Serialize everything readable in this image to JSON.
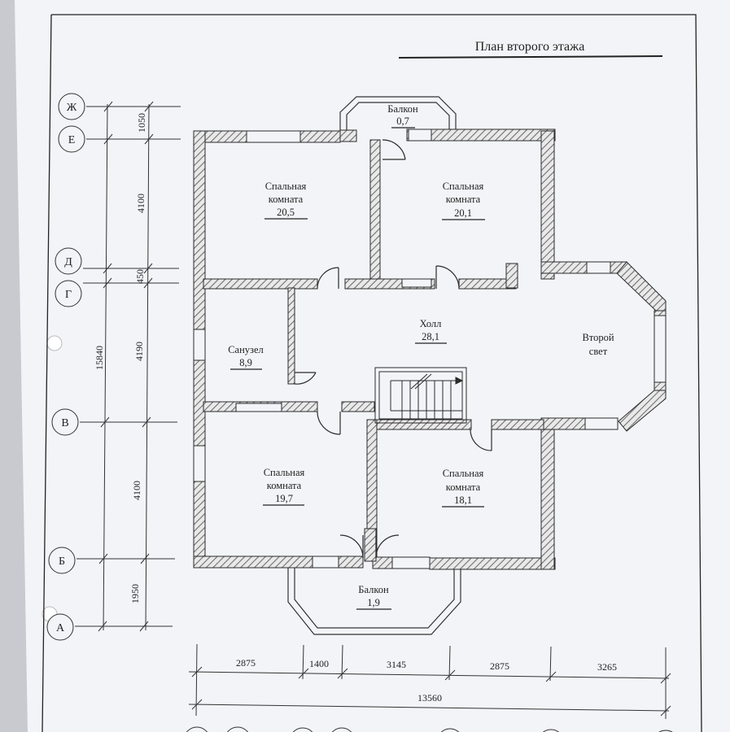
{
  "title": "План второго этажа",
  "rooms": {
    "bedroom_nw": {
      "name1": "Спальная",
      "name2": "комната",
      "area": "20,5"
    },
    "bedroom_ne": {
      "name1": "Спальная",
      "name2": "комната",
      "area": "20,1"
    },
    "bedroom_sw": {
      "name1": "Спальная",
      "name2": "комната",
      "area": "19,7"
    },
    "bedroom_se": {
      "name1": "Спальная",
      "name2": "комната",
      "area": "18,1"
    },
    "hall": {
      "name": "Холл",
      "area": "28,1"
    },
    "bathroom": {
      "name": "Санузел",
      "area": "8,9"
    },
    "second_light": {
      "name1": "Второй",
      "name2": "свет"
    },
    "balcony_top": {
      "name": "Балкон",
      "area": "0,7"
    },
    "balcony_bottom": {
      "name": "Балкон",
      "area": "1,9"
    }
  },
  "axes": {
    "rows": [
      "Ж",
      "Е",
      "Д",
      "Г",
      "В",
      "Б",
      "А"
    ]
  },
  "dimensions": {
    "vertical_segments": [
      "1050",
      "4100",
      "450",
      "4190",
      "4100",
      "1950"
    ],
    "vertical_total": "15840",
    "horizontal_segments": [
      "2875",
      "1400",
      "3145",
      "2875",
      "3265"
    ],
    "horizontal_total": "13560"
  },
  "colors": {
    "paper": "#f3f4f8",
    "ink": "#2b2b2b",
    "hatch": "#777777"
  }
}
